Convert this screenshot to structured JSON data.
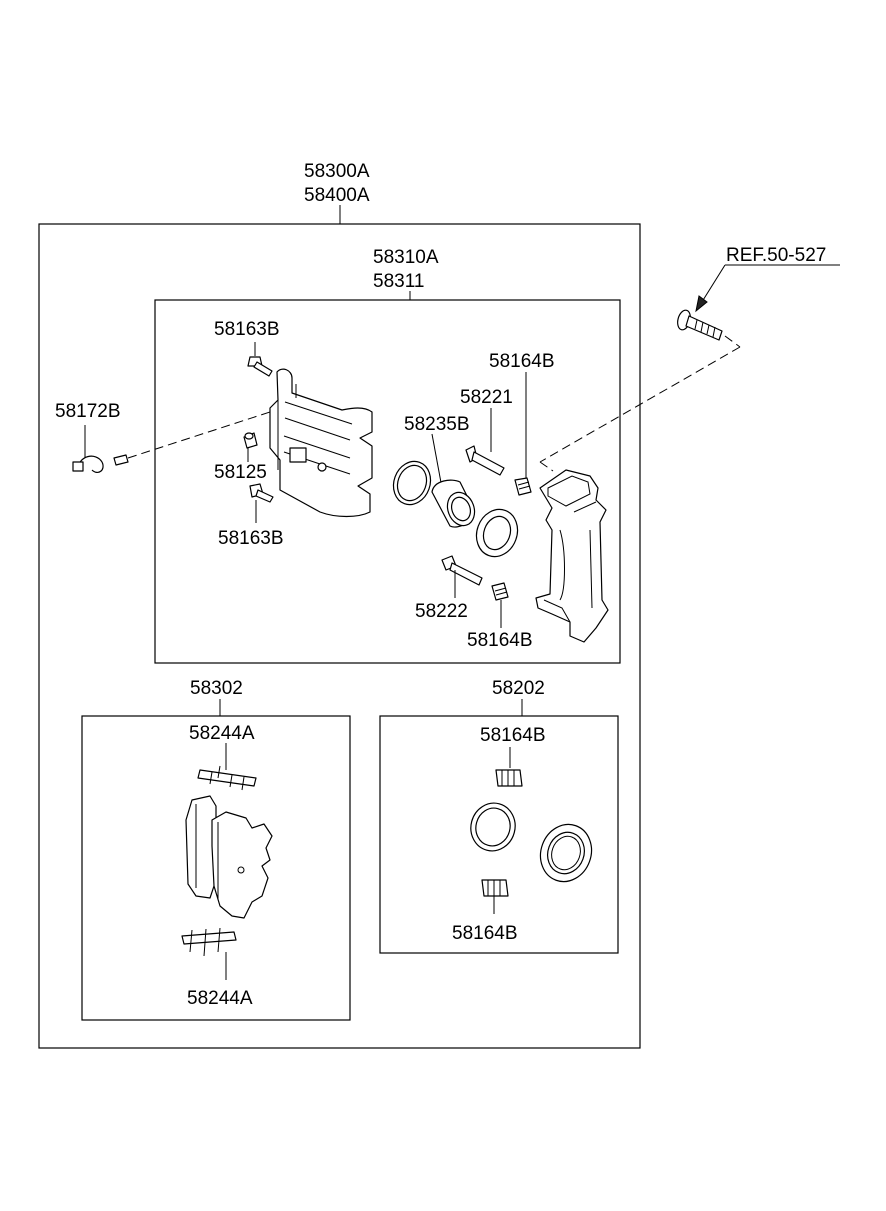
{
  "labels": {
    "assembly_1": "58300A",
    "assembly_2": "58400A",
    "caliper_1": "58310A",
    "caliper_2": "58311",
    "ref": "REF.50-527",
    "bolt_upper": "58163B",
    "bolt_lower": "58163B",
    "bleeder": "58125",
    "hose_clip": "58172B",
    "piston": "58235B",
    "pin_upper": "58221",
    "boot_upper": "58164B",
    "pin_lower": "58222",
    "boot_lower": "58164B",
    "pad_kit": "58302",
    "shim_top": "58244A",
    "shim_bottom": "58244A",
    "seal_kit": "58202",
    "seal_boot_top": "58164B",
    "seal_boot_bottom": "58164B"
  }
}
